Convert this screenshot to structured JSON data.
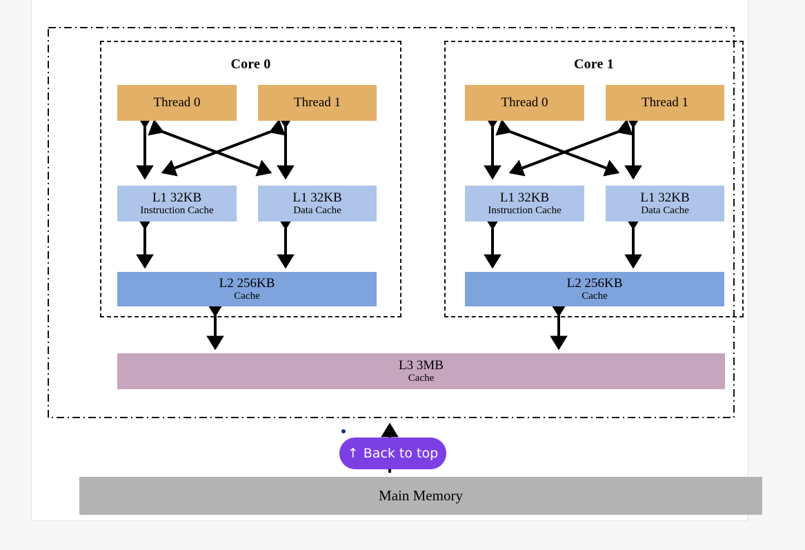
{
  "diagram": {
    "title_core0": "Core 0",
    "title_core1": "Core 1",
    "cores": [
      {
        "name": "Core 0",
        "threads": [
          "Thread 0",
          "Thread 1"
        ],
        "l1": [
          {
            "size": "L1 32KB",
            "kind": "Instruction Cache"
          },
          {
            "size": "L1 32KB",
            "kind": "Data Cache"
          }
        ],
        "l2": {
          "size": "L2 256KB",
          "kind": "Cache"
        }
      },
      {
        "name": "Core 1",
        "threads": [
          "Thread 0",
          "Thread 1"
        ],
        "l1": [
          {
            "size": "L1 32KB",
            "kind": "Instruction Cache"
          },
          {
            "size": "L1 32KB",
            "kind": "Data Cache"
          }
        ],
        "l2": {
          "size": "L2 256KB",
          "kind": "Cache"
        }
      }
    ],
    "l3": {
      "size": "L3 3MB",
      "kind": "Cache"
    },
    "main_memory": "Main Memory",
    "colors": {
      "thread": "#e3b068",
      "l1": "#aec4e8",
      "l2": "#7fa3dc",
      "l3": "#c6a5be",
      "main_memory": "#b3b3b3",
      "arrow": "#000000",
      "accent_purple": "#7b3fe4",
      "focus_dot": "#1b2a8a"
    }
  },
  "overlay": {
    "back_to_top": {
      "label": "Back to top",
      "icon": "arrow-up-icon",
      "glyph": "↑"
    }
  }
}
